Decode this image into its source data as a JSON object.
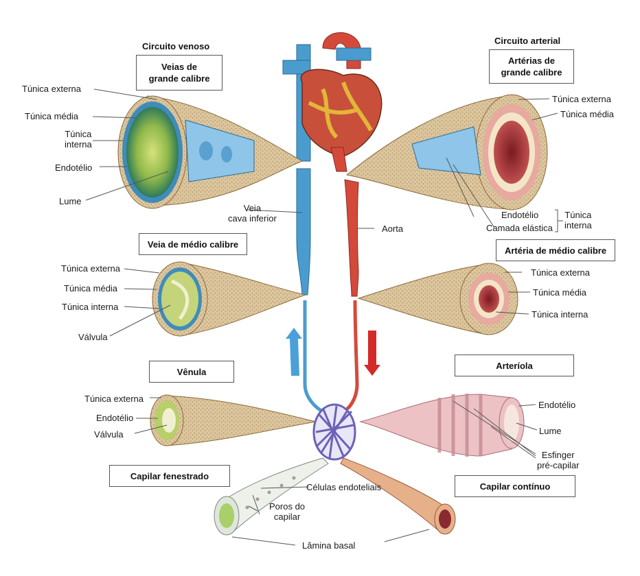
{
  "venous": {
    "circuit_title": "Circuito venoso",
    "large_vein_box": [
      "Veias de",
      "grande calibre"
    ],
    "large_vein_labels": {
      "tunica_externa": "Túnica externa",
      "tunica_media": "Túnica média",
      "tunica_interna": [
        "Túnica",
        "interna"
      ],
      "endotelio": "Endotélio",
      "lume": "Lume"
    },
    "medium_vein_box": "Veia de médio calibre",
    "medium_vein_labels": {
      "tunica_externa": "Túnica externa",
      "tunica_media": "Túnica média",
      "tunica_interna": "Túnica interna",
      "valvula": "Válvula"
    },
    "venule_box": "Vênula",
    "venule_labels": {
      "tunica_externa": "Túnica externa",
      "endotelio": "Endotélio",
      "valvula": "Válvula"
    },
    "vena_cava": [
      "Veia",
      "cava inferior"
    ]
  },
  "arterial": {
    "circuit_title": "Circuito arterial",
    "large_artery_box": [
      "Artérias de",
      "grande calibre"
    ],
    "large_artery_labels": {
      "tunica_externa": "Túnica externa",
      "tunica_media": "Túnica média",
      "endotelio": "Endotélio",
      "camada_elastica": "Camada elástica",
      "tunica_interna": [
        "Túnica",
        "interna"
      ]
    },
    "medium_artery_box": "Artéria de médio calibre",
    "medium_artery_labels": {
      "tunica_externa": "Túnica externa",
      "tunica_media": "Túnica média",
      "tunica_interna": "Túnica interna"
    },
    "arteriole_box": "Arteríola",
    "arteriole_labels": {
      "endotelio": "Endotélio",
      "lume": "Lume",
      "esfinger": [
        "Esfinger",
        "pré-capilar"
      ]
    },
    "aorta": "Aorta"
  },
  "capillaries": {
    "fenestrated_box": "Capilar fenestrado",
    "continuous_box": "Capilar contínuo",
    "celulas_endoteliais": "Células endoteliais",
    "poros": [
      "Poros do",
      "capilar"
    ],
    "lamina_basal": "Lâmina basal"
  },
  "colors": {
    "vein": "#4a9ccf",
    "artery": "#d44a3a",
    "capillary": "#6a62b8",
    "tissue": "#d9c39a",
    "tissue_dark": "#b89a6a",
    "arrow_up": "#4aa0d8",
    "arrow_down": "#d42a2a"
  }
}
